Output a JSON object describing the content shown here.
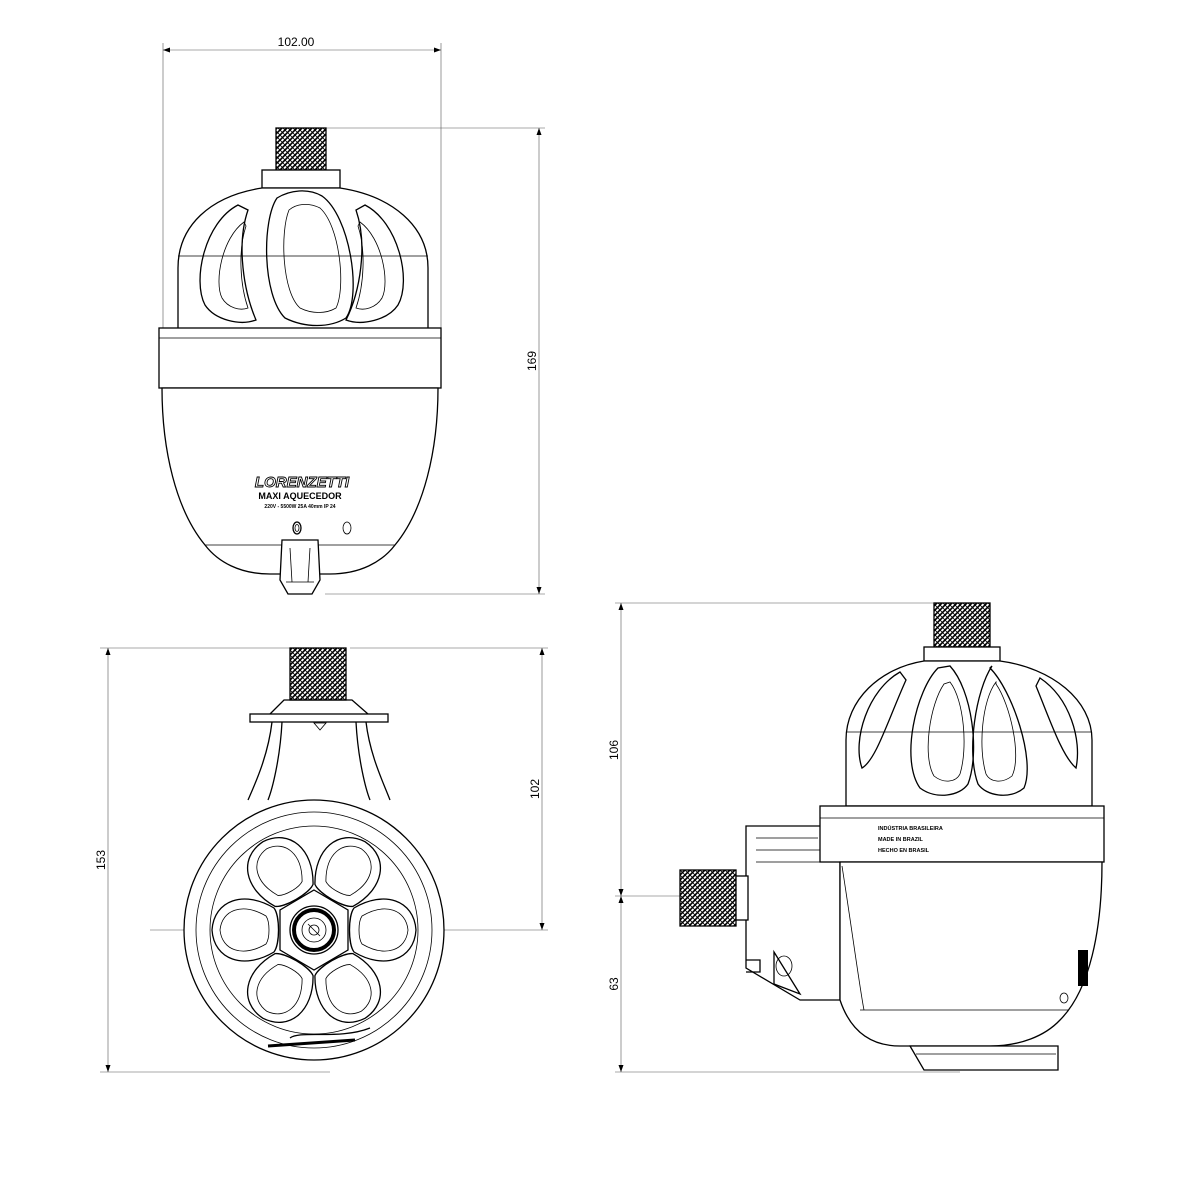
{
  "dimensions": {
    "front_width": "102.00",
    "front_height": "169",
    "bottom_overall": "153",
    "bottom_partial": "102",
    "side_upper": "106",
    "side_lower": "63"
  },
  "labels": {
    "brand": "LORENZETTI",
    "model": "MAXI AQUECEDOR",
    "spec": "220V - 5500W 25A 40mm IP 24",
    "side_line1": "INDÚSTRIA BRASILEIRA",
    "side_line2": "MADE IN BRAZIL",
    "side_line3": "HECHO EN BRASIL"
  }
}
